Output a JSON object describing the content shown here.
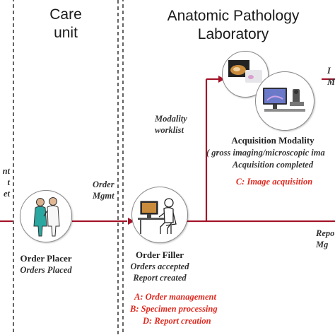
{
  "care_unit": {
    "title_line1": "Care",
    "title_line2": "unit"
  },
  "lab": {
    "title_line1": "Anatomic Pathology",
    "title_line2": "Laboratory"
  },
  "left_edge_label": {
    "line1": "nt",
    "line2": "t",
    "line3": "et"
  },
  "order_mgmt_label": {
    "line1": "Order",
    "line2": "Mgmt"
  },
  "modality_worklist_label": {
    "line1": "Modality",
    "line2": "worklist"
  },
  "right_top_label": {
    "line1": "I",
    "line2": "M"
  },
  "right_bottom_label": {
    "line1": "Repo",
    "line2": "Mg"
  },
  "order_placer": {
    "name": "Order Placer",
    "status": "Orders Placed"
  },
  "order_filler": {
    "name": "Order Filler",
    "status1": "Orders accepted",
    "status2": "Report created",
    "tasks": [
      "A: Order management",
      "B: Specimen processing",
      "D: Report creation"
    ]
  },
  "acquisition_modality": {
    "name": "Acquisition Modality",
    "detail": "( gross imaging/microscopic ima",
    "status": "Acquisition completed",
    "task": "C: Image acquisition"
  },
  "colors": {
    "arrow": "#a3142a",
    "task_text": "#e0281e",
    "box_border": "#222222"
  },
  "icons": [
    "person-pair-icon",
    "computer-user-icon",
    "gross-imaging-icon",
    "microscope-workstation-icon"
  ]
}
